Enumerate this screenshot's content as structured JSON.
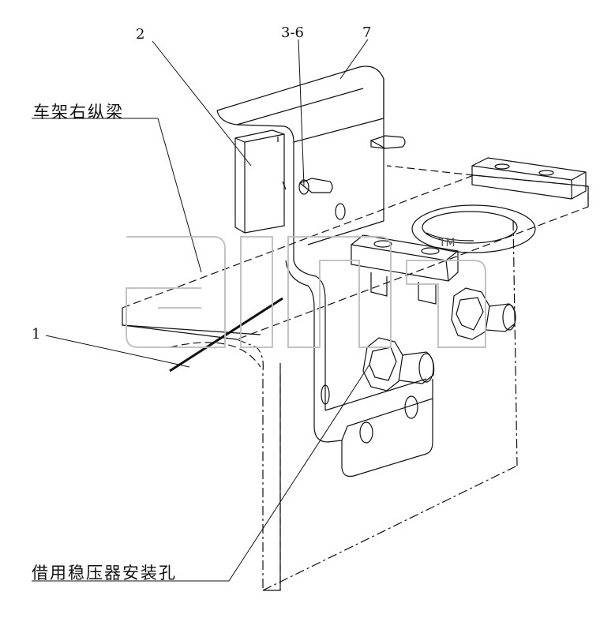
{
  "labels": {
    "part_2": "2",
    "part_3_6": "3-6",
    "part_7": "7",
    "part_1": "1",
    "frame_right_rail": "车架右纵梁",
    "regulator_mount_hole": "借用稳压器安装孔"
  },
  "watermark": {
    "text": "ƏIП",
    "tm": "TM"
  },
  "colors": {
    "line": "#111111",
    "watermark": "#cfcfcf"
  }
}
